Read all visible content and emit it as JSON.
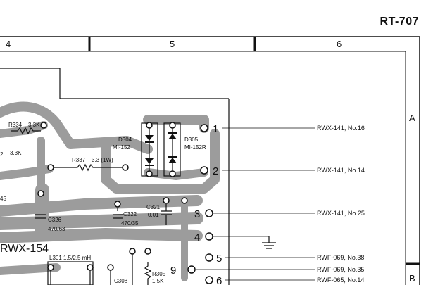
{
  "header": {
    "model": "RT-707"
  },
  "grid": {
    "columns": [
      "4",
      "5",
      "6"
    ],
    "rows": [
      "A",
      "B"
    ]
  },
  "board": {
    "name": "RWX-154"
  },
  "components": {
    "r334": {
      "ref": "R334",
      "value": "3.3K"
    },
    "r_partial": {
      "ref": "2",
      "value": "3.3K"
    },
    "r337": {
      "ref": "R337",
      "value": "3.3 (1W)"
    },
    "d304": {
      "ref": "D304",
      "value": "MI-152"
    },
    "d305": {
      "ref": "D305",
      "value": "MI-152R"
    },
    "c321": {
      "ref": "C321",
      "value": "0.01"
    },
    "c322": {
      "ref": "C322",
      "value": "470/35"
    },
    "c326": {
      "ref": "C326",
      "value": "470/63"
    },
    "l301": {
      "ref": "L301",
      "value": "1.5/2.5 mH"
    },
    "r305": {
      "ref": "R305",
      "value": "1.5K"
    },
    "c_partial": {
      "ref": "C308"
    },
    "partial_45": {
      "ref": "45"
    }
  },
  "terminals": [
    {
      "num": "1",
      "dest": "RWX-141, No.16"
    },
    {
      "num": "2",
      "dest": "RWX-141, No.14"
    },
    {
      "num": "3",
      "dest": "RWX-141, No.25"
    },
    {
      "num": "4",
      "dest": ""
    },
    {
      "num": "5",
      "dest": "RWF-069, No.38"
    },
    {
      "num": "9",
      "dest": "RWF-069, No.35"
    },
    {
      "num": "6",
      "dest": "RWF-065, No.14"
    }
  ]
}
